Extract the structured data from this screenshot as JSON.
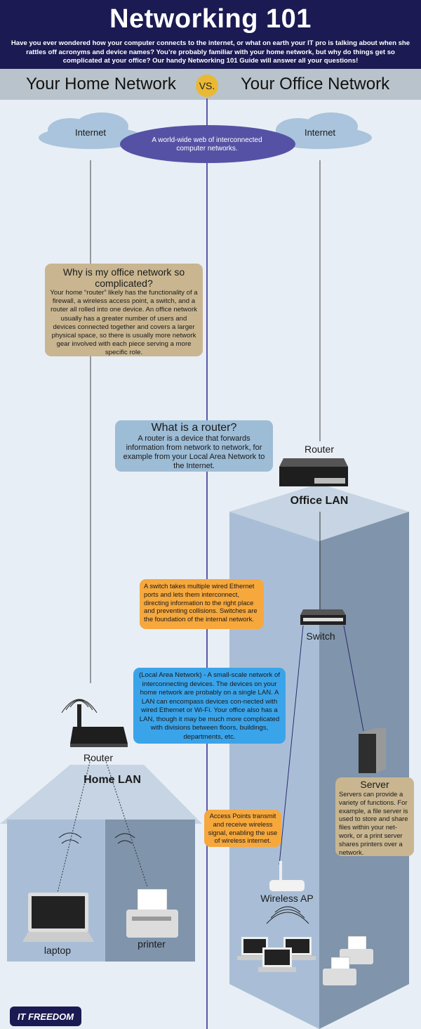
{
  "header": {
    "title": "Networking 101",
    "intro": "Have you ever wondered how your computer connects to the internet, or what on earth your IT pro is talking about when she rattles off acronyms and device names? You’re probably familiar with your home network, but why do things get so complicated at your office? Our handy Networking 101 Guide will answer all your questions!"
  },
  "comparison": {
    "left": "Your Home Network",
    "vs": "VS.",
    "right": "Your Office Network"
  },
  "internet": {
    "left_cloud": "Internet",
    "right_cloud": "Internet",
    "definition": "A world-wide web of interconnected computer networks."
  },
  "why_box": {
    "title": "Why is my office network so complicated?",
    "body": "Your home “router” likely has the functionality of a firewall, a wireless access point, a switch, and a router all rolled into one device. An office network usually has a greater number of users and devices connected together and covers a larger physical space, so there is usually more network gear involved with each piece serving a more specific role."
  },
  "router_box": {
    "title": "What is a router?",
    "body": "A router is a device that forwards information from network to network, for example from your Local Area Network to the Internet."
  },
  "office": {
    "router_label": "Router",
    "lan_label": "Office LAN",
    "switch_label": "Switch",
    "server_title": "Server",
    "server_body": "Servers can provide a variety of functions. For example, a file server is used to store and share files within your net-work, or a print server shares printers over a network.",
    "ap_label": "Wireless AP"
  },
  "switch_box": "A switch takes multiple wired Ethernet ports and lets them interconnect, directing information to the right place and preventing collisions.  Switches are the foundation of the internal network.",
  "lan_box": "(Local Area Network) - A small-scale network of interconnecting devices.  The devices on your home network are probably on a single LAN.  A LAN can encompass devices con-nected with wired Ethernet or Wi-Fi. Your office also has a LAN, though it may be much more complicated with divisions between floors, buildings, departments, etc.",
  "ap_box": "Access Points transmit and receive wireless signal, enabling the use of wireless internet.",
  "home": {
    "router_label": "Router",
    "lan_label": "Home LAN",
    "laptop_label": "laptop",
    "printer_label": "printer"
  },
  "logo": "IT FREEDOM",
  "colors": {
    "navy": "#1b1a52",
    "band": "#b9c3cb",
    "vs": "#e9b934",
    "purple": "#5552a5",
    "tan": "#c9b690",
    "router_box": "#9dbcd6",
    "orange": "#f6a83d",
    "blue": "#3aa4ea"
  }
}
